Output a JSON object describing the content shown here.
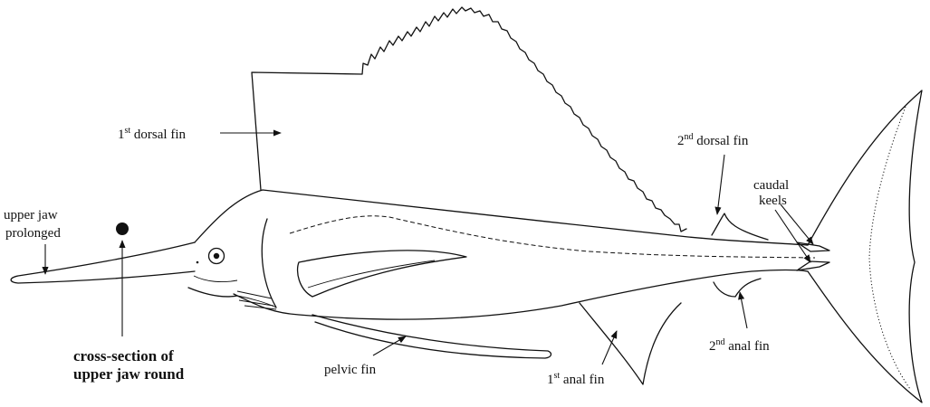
{
  "labels": {
    "first_dorsal": {
      "n": "1",
      "sup": "st",
      "text": " dorsal fin"
    },
    "second_dorsal": {
      "n": "2",
      "sup": "nd",
      "text": " dorsal fin"
    },
    "caudal_keels_1": "caudal",
    "caudal_keels_2": "keels",
    "upper_jaw_1": "upper jaw",
    "upper_jaw_2": "prolonged",
    "cross_section_1": "cross-section of",
    "cross_section_2": "upper jaw round",
    "pelvic_fin": "pelvic fin",
    "first_anal": {
      "n": "1",
      "sup": "st",
      "text": " anal fin"
    },
    "second_anal": {
      "n": "2",
      "sup": "nd",
      "text": " anal  fin"
    }
  }
}
